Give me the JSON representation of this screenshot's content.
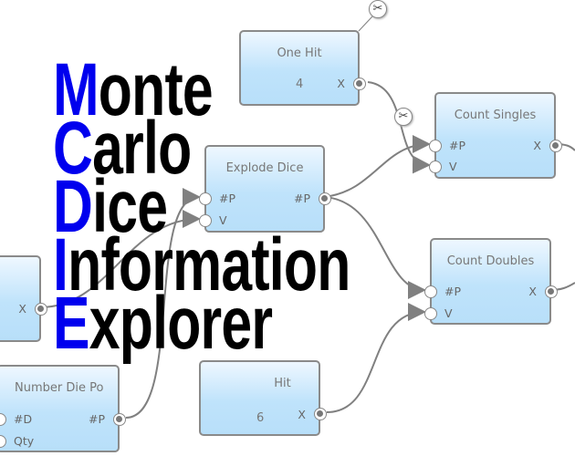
{
  "nodes": {
    "one_hit": {
      "title": "One Hit",
      "value": "4",
      "out": "X"
    },
    "number_die_pool": {
      "title": "Number Die Po",
      "in1": "#D",
      "in2": "Qty",
      "out": "#P"
    },
    "explode_dice": {
      "title": "Explode Dice",
      "in1": "#P",
      "in2": "V",
      "out": "#P"
    },
    "count_singles": {
      "title": "Count Singles",
      "in1": "#P",
      "in2": "V",
      "out": "X"
    },
    "count_doubles": {
      "title": "Count Doubles",
      "in1": "#P",
      "in2": "V",
      "out": "X"
    },
    "left_node": {
      "out": "X"
    },
    "two_hit": {
      "title": "Hit",
      "value": "6",
      "out": "X"
    }
  },
  "logo": {
    "lines": [
      {
        "cap": "M",
        "rest": "onte"
      },
      {
        "cap": "C",
        "rest": "arlo"
      },
      {
        "cap": "D",
        "rest": "ice"
      },
      {
        "cap": "I",
        "rest": "nformation"
      },
      {
        "cap": "E",
        "rest": "xplorer"
      }
    ]
  },
  "colors": {
    "accent": "#0000ee",
    "wire": "#808080"
  }
}
